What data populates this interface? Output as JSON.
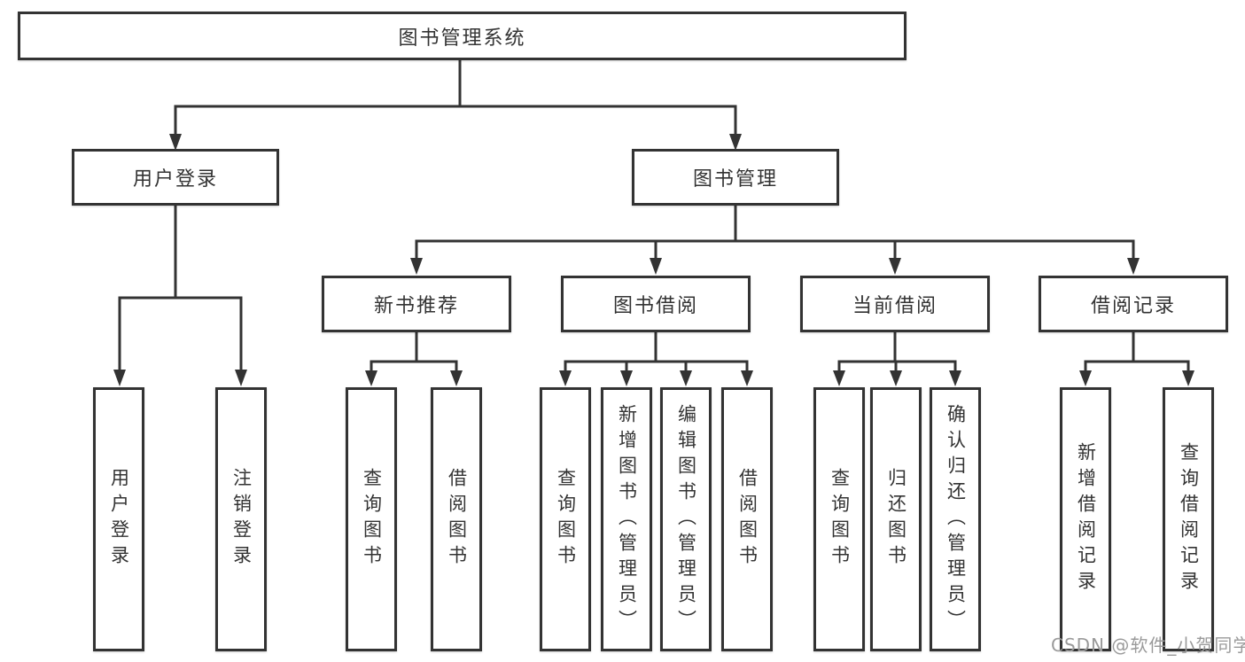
{
  "tree": {
    "root": {
      "label": "图书管理系统",
      "children": [
        {
          "label": "用户登录",
          "children": [
            {
              "label": "用户登录"
            },
            {
              "label": "注销登录"
            }
          ]
        },
        {
          "label": "图书管理",
          "children": [
            {
              "label": "新书推荐",
              "children": [
                {
                  "label": "查询图书"
                },
                {
                  "label": "借阅图书"
                }
              ]
            },
            {
              "label": "图书借阅",
              "children": [
                {
                  "label": "查询图书"
                },
                {
                  "label": "新增图书（管理员）"
                },
                {
                  "label": "编辑图书（管理员）"
                },
                {
                  "label": "借阅图书"
                }
              ]
            },
            {
              "label": "当前借阅",
              "children": [
                {
                  "label": "查询图书"
                },
                {
                  "label": "归还图书"
                },
                {
                  "label": "确认归还（管理员）"
                }
              ]
            },
            {
              "label": "借阅记录",
              "children": [
                {
                  "label": "新增借阅记录"
                },
                {
                  "label": "查询借阅记录"
                }
              ]
            }
          ]
        }
      ]
    }
  },
  "watermark": {
    "text": "CSDN @软件_小贺同学"
  },
  "colors": {
    "background": "#ffffff",
    "line": "#333333",
    "box_border": "#333333",
    "box_bg": "#ffffff",
    "text": "#333333",
    "watermark": "#9a9a9a"
  }
}
